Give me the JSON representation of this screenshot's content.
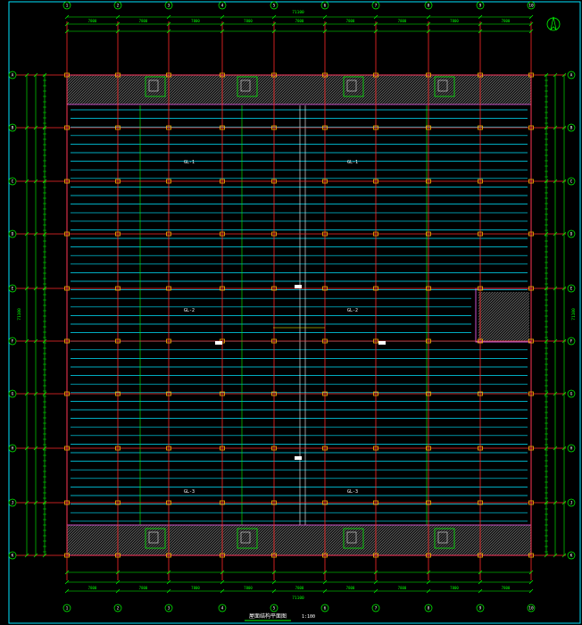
{
  "colors": {
    "background": "#000000",
    "axis": "#ff2a2a",
    "dimension": "#00ff00",
    "beam": "#00e5ff",
    "outline": "#ff66ff",
    "column": "#ffb000",
    "text": "#ffffff",
    "hatch": "#9a9a9a",
    "highlight": "#ffff00",
    "sheet_border": "#00e5ff"
  },
  "grid": {
    "columns": [
      "1",
      "2",
      "3",
      "4",
      "5",
      "6",
      "7",
      "8",
      "9",
      "10"
    ],
    "rows": [
      "A",
      "B",
      "C",
      "D",
      "E",
      "F",
      "G",
      "H",
      "J",
      "K"
    ]
  },
  "dimensions": {
    "top_overall": "71100",
    "top_bays": [
      "7800",
      "7800",
      "7800",
      "7800",
      "7800",
      "7800",
      "7800",
      "7800",
      "7800"
    ],
    "bottom_overall": "71100",
    "bottom_bays": [
      "7800",
      "7800",
      "7800",
      "7800",
      "7800",
      "7800",
      "7800",
      "7800",
      "7800"
    ],
    "left_overall": "71100",
    "right_overall": "71100"
  },
  "zone_labels": {
    "upper_left": "GL-1",
    "upper_right": "GL-1",
    "middle_left": "GL-2",
    "middle_right": "GL-2",
    "lower_left": "GL-3",
    "lower_right": "GL-3"
  },
  "drawing_title": "屋面结构平面图",
  "drawing_scale": "1:100"
}
